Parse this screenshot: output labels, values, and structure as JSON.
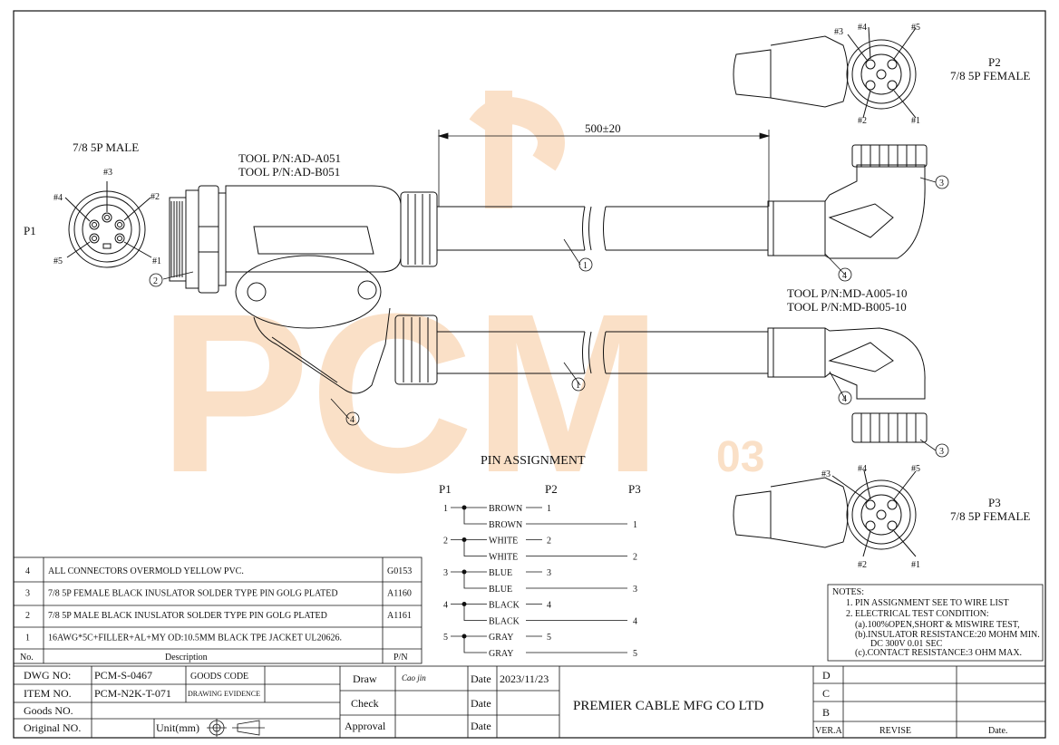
{
  "watermark": {
    "text": "PCM",
    "subscript": "03",
    "color": "#f6c79a"
  },
  "labels": {
    "p1_name": "P1",
    "p1_desc": "7/8 5P MALE",
    "p2_name": "P2",
    "p2_desc": "7/8 5P FEMALE",
    "p3_name": "P3",
    "p3_desc": "7/8 5P FEMALE",
    "tool_a051": "TOOL P/N:AD-A051",
    "tool_b051": "TOOL P/N:AD-B051",
    "tool_md_a": "TOOL P/N:MD-A005-10",
    "tool_md_b": "TOOL P/N:MD-B005-10",
    "length": "500±20",
    "pin1": "#1",
    "pin2": "#2",
    "pin3": "#3",
    "pin4": "#4",
    "pin5": "#5",
    "callout1": "1",
    "callout2": "2",
    "callout3": "3",
    "callout4": "4"
  },
  "pin_assignment": {
    "title": "PIN   ASSIGNMENT",
    "headers": [
      "P1",
      "P2",
      "P3"
    ],
    "rows": [
      {
        "p1": "1",
        "color": "BROWN",
        "p2": "1",
        "p3": "1"
      },
      {
        "p1": "2",
        "color": "WHITE",
        "p2": "2",
        "p3": "2"
      },
      {
        "p1": "3",
        "color": "BLUE",
        "p2": "3",
        "p3": "3"
      },
      {
        "p1": "4",
        "color": "BLACK",
        "p2": "4",
        "p3": "4"
      },
      {
        "p1": "5",
        "color": "GRAY",
        "p2": "5",
        "p3": "5"
      }
    ]
  },
  "bom": {
    "rows": [
      {
        "no": "4",
        "desc": "ALL CONNECTORS OVERMOLD YELLOW PVC.",
        "pn": "G0153"
      },
      {
        "no": "3",
        "desc": "7/8 5P FEMALE BLACK INUSLATOR SOLDER TYPE PIN GOLG PLATED",
        "pn": "A1160"
      },
      {
        "no": "2",
        "desc": "7/8 5P MALE BLACK INUSLATOR SOLDER TYPE PIN GOLG PLATED",
        "pn": "A1161"
      },
      {
        "no": "1",
        "desc": "16AWG*5C+FILLER+AL+MY OD:10.5MM BLACK TPE JACKET UL20626.",
        "pn": ""
      }
    ],
    "header": {
      "no": "No.",
      "desc": "Description",
      "pn": "P/N"
    }
  },
  "notes": {
    "title": "NOTES:",
    "lines": [
      "1.  PIN ASSIGNMENT SEE TO WIRE LIST",
      "2.  ELECTRICAL TEST CONDITION:",
      "(a).100%OPEN,SHORT & MISWIRE TEST,",
      "(b).INSULATOR RESISTANCE:20 MOHM MIN.",
      "DC 300V 0.01 SEC",
      "(c).CONTACT RESISTANCE:3 OHM MAX."
    ]
  },
  "title_block": {
    "dwg_no_label": "DWG NO:",
    "dwg_no": "PCM-S-0467",
    "goods_code_label": "GOODS CODE",
    "item_no_label": "ITEM NO.",
    "item_no": "PCM-N2K-T-071",
    "drawing_evidence": "DRAWING EVIDENCE",
    "goods_no_label": "Goods NO.",
    "original_no_label": "Original NO.",
    "unit_label": "Unit(mm)",
    "draw_label": "Draw",
    "draw_sign": "Cao jin",
    "check_label": "Check",
    "approval_label": "Approval",
    "date_label": "Date",
    "date_value": "2023/11/23",
    "company": "PREMIER CABLE MFG CO LTD",
    "rev_rows": [
      "D",
      "C",
      "B"
    ],
    "ver_label": "VER.A",
    "revise_label": "REVISE",
    "date_col_label": "Date."
  }
}
